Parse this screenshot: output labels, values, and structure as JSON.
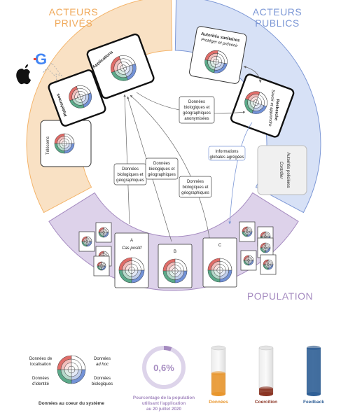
{
  "headers": {
    "private_line1": "ACTEURS",
    "private_line2": "PRIVÉS",
    "public_line1": "ACTEURS",
    "public_line2": "PUBLICS",
    "population": "POPULATION"
  },
  "colors": {
    "private": "#f4b46a",
    "private_fill": "#f9e1c4",
    "public": "#7d98d6",
    "public_fill": "#d7e1f6",
    "population": "#a58bc0",
    "population_fill": "#ddd2ea",
    "red": "#d9534f",
    "blue": "#5b7fcf",
    "green": "#3e9a74",
    "orange": "#e8962d",
    "darkred": "#8b3524",
    "navy": "#2f5f96"
  },
  "nodes": {
    "telecoms": "Télécoms",
    "plateformes": "Plateformes",
    "applications": "Applications",
    "autorites_sanitaires": "Autorités sanitaires",
    "autorites_sanitaires_sub": "Protéger et prévenir",
    "recherche": "Recherche",
    "recherche_sub": "Savoir et apprendre",
    "autorites_policieres": "Autorités policières",
    "autorites_policieres_sub": "Contrôler"
  },
  "flows": {
    "anonymisees": [
      "Données",
      "biologiques et",
      "géographiques",
      "anonymisées"
    ],
    "informations": [
      "Informations",
      "globales agrégées"
    ],
    "left": [
      "Données",
      "biologiques et",
      "géographiques"
    ],
    "middle": [
      "Données",
      "biologiques et",
      "géographiques"
    ],
    "right": [
      "Données",
      "biologiques et",
      "géographiques"
    ]
  },
  "population_cards": {
    "a": "A",
    "a_sub": "Cas positif",
    "b": "B",
    "c": "C"
  },
  "legend": {
    "localisation": [
      "Données de",
      "localisation"
    ],
    "adhoc": [
      "Données",
      "ad hoc"
    ],
    "identite": [
      "Données",
      "d'identité"
    ],
    "biologiques": [
      "Données",
      "biologiques"
    ],
    "caption": "Données au coeur du système"
  },
  "gauge": {
    "value_label": "0,6%",
    "value_percent": 0.6,
    "caption": [
      "Pourcentage de la population",
      "utilisant l'application",
      "au 20 juillet 2020"
    ]
  },
  "bars": [
    {
      "label": "Données",
      "level": 0.45,
      "color": "#e8962d"
    },
    {
      "label": "Coercition",
      "level": 0.12,
      "color": "#8b3524"
    },
    {
      "label": "Feedback",
      "level": 1.0,
      "color": "#2f5f96"
    }
  ],
  "logos": {
    "google": "G"
  }
}
